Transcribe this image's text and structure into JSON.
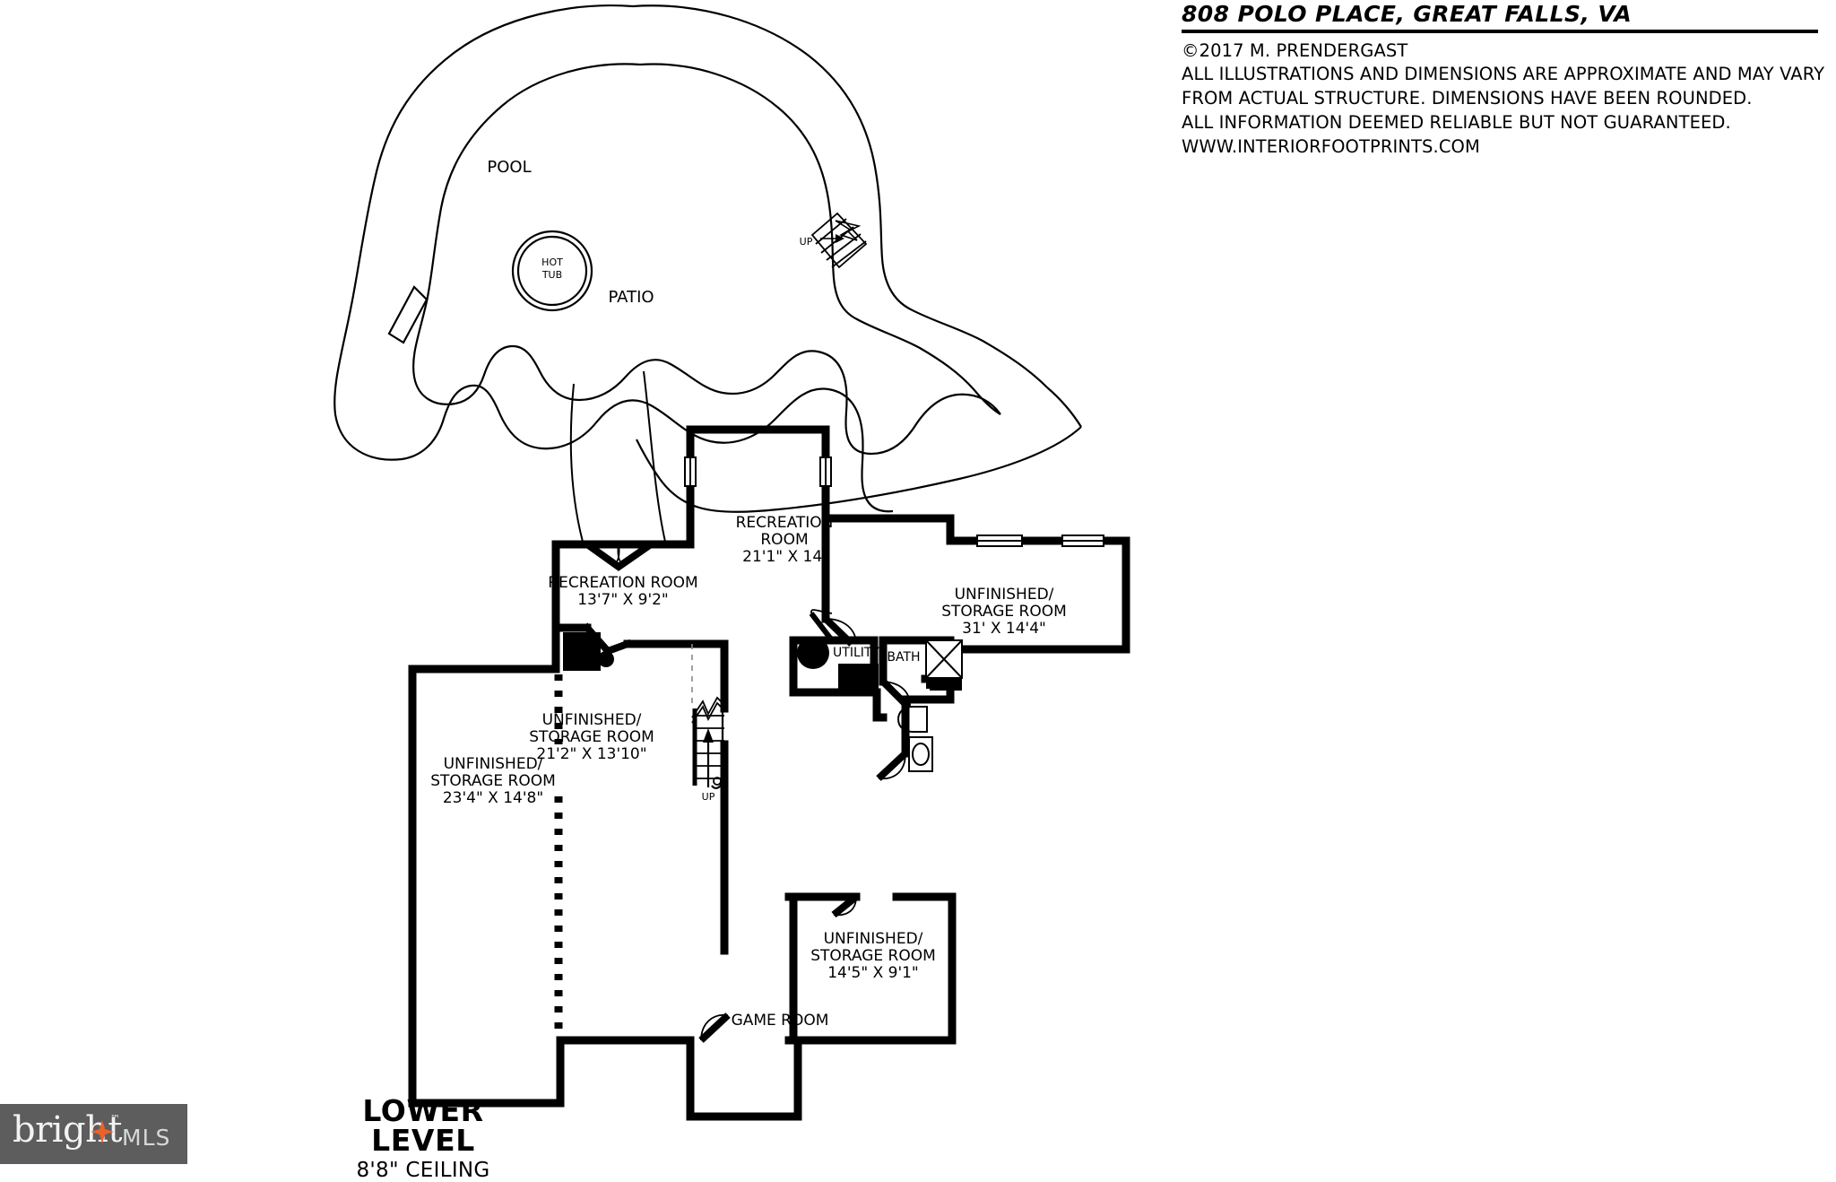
{
  "header": {
    "title": "808 POLO PLACE, GREAT FALLS, VA",
    "copyright": "©2017 M. PRENDERGAST",
    "disclaimer_line1": "ALL ILLUSTRATIONS AND DIMENSIONS ARE APPROXIMATE AND MAY VARY",
    "disclaimer_line2": "FROM ACTUAL STRUCTURE. DIMENSIONS HAVE BEEN ROUNDED.",
    "disclaimer_line3": "ALL INFORMATION DEEMED RELIABLE BUT NOT GUARANTEED.",
    "website": "WWW.INTERIORFOOTPRINTS.COM"
  },
  "floor": {
    "title": "LOWER LEVEL",
    "ceiling": "8'8\" CEILING"
  },
  "logo": {
    "brand": "bright",
    "suffix": "MLS",
    "trademark": "™",
    "bg_color": "#5d5d5d",
    "text_color": "#f2f2f2",
    "star_color": "#e8622a"
  },
  "exterior": {
    "pool_label": "POOL",
    "hot_tub_label_line1": "HOT",
    "hot_tub_label_line2": "TUB",
    "patio_label": "PATIO",
    "exterior_stair_label": "UP"
  },
  "rooms": [
    {
      "id": "recreation-room-upper",
      "name_line1": "RECREATION",
      "name_line2": "ROOM",
      "dimensions": "21'1\" X 14'"
    },
    {
      "id": "recreation-room-left",
      "name_line1": "RECREATION ROOM",
      "name_line2": "",
      "dimensions": "13'7\" X 9'2\""
    },
    {
      "id": "storage-room-right",
      "name_line1": "UNFINISHED/",
      "name_line2": "STORAGE ROOM",
      "dimensions": "31' X 14'4\""
    },
    {
      "id": "storage-room-center",
      "name_line1": "UNFINISHED/",
      "name_line2": "STORAGE ROOM",
      "dimensions": "21'2\" X 13'10\""
    },
    {
      "id": "storage-room-left",
      "name_line1": "UNFINISHED/",
      "name_line2": "STORAGE ROOM",
      "dimensions": "23'4\" X 14'8\""
    },
    {
      "id": "storage-room-bottom-right",
      "name_line1": "UNFINISHED/",
      "name_line2": "STORAGE ROOM",
      "dimensions": "14'5\" X 9'1\""
    },
    {
      "id": "game-room",
      "name_line1": "GAME ROOM",
      "name_line2": "",
      "dimensions": ""
    },
    {
      "id": "utility",
      "name_line1": "UTILITY",
      "name_line2": "",
      "dimensions": ""
    },
    {
      "id": "bath",
      "name_line1": "BATH",
      "name_line2": "",
      "dimensions": ""
    }
  ],
  "interior_stair": {
    "label": "UP"
  }
}
